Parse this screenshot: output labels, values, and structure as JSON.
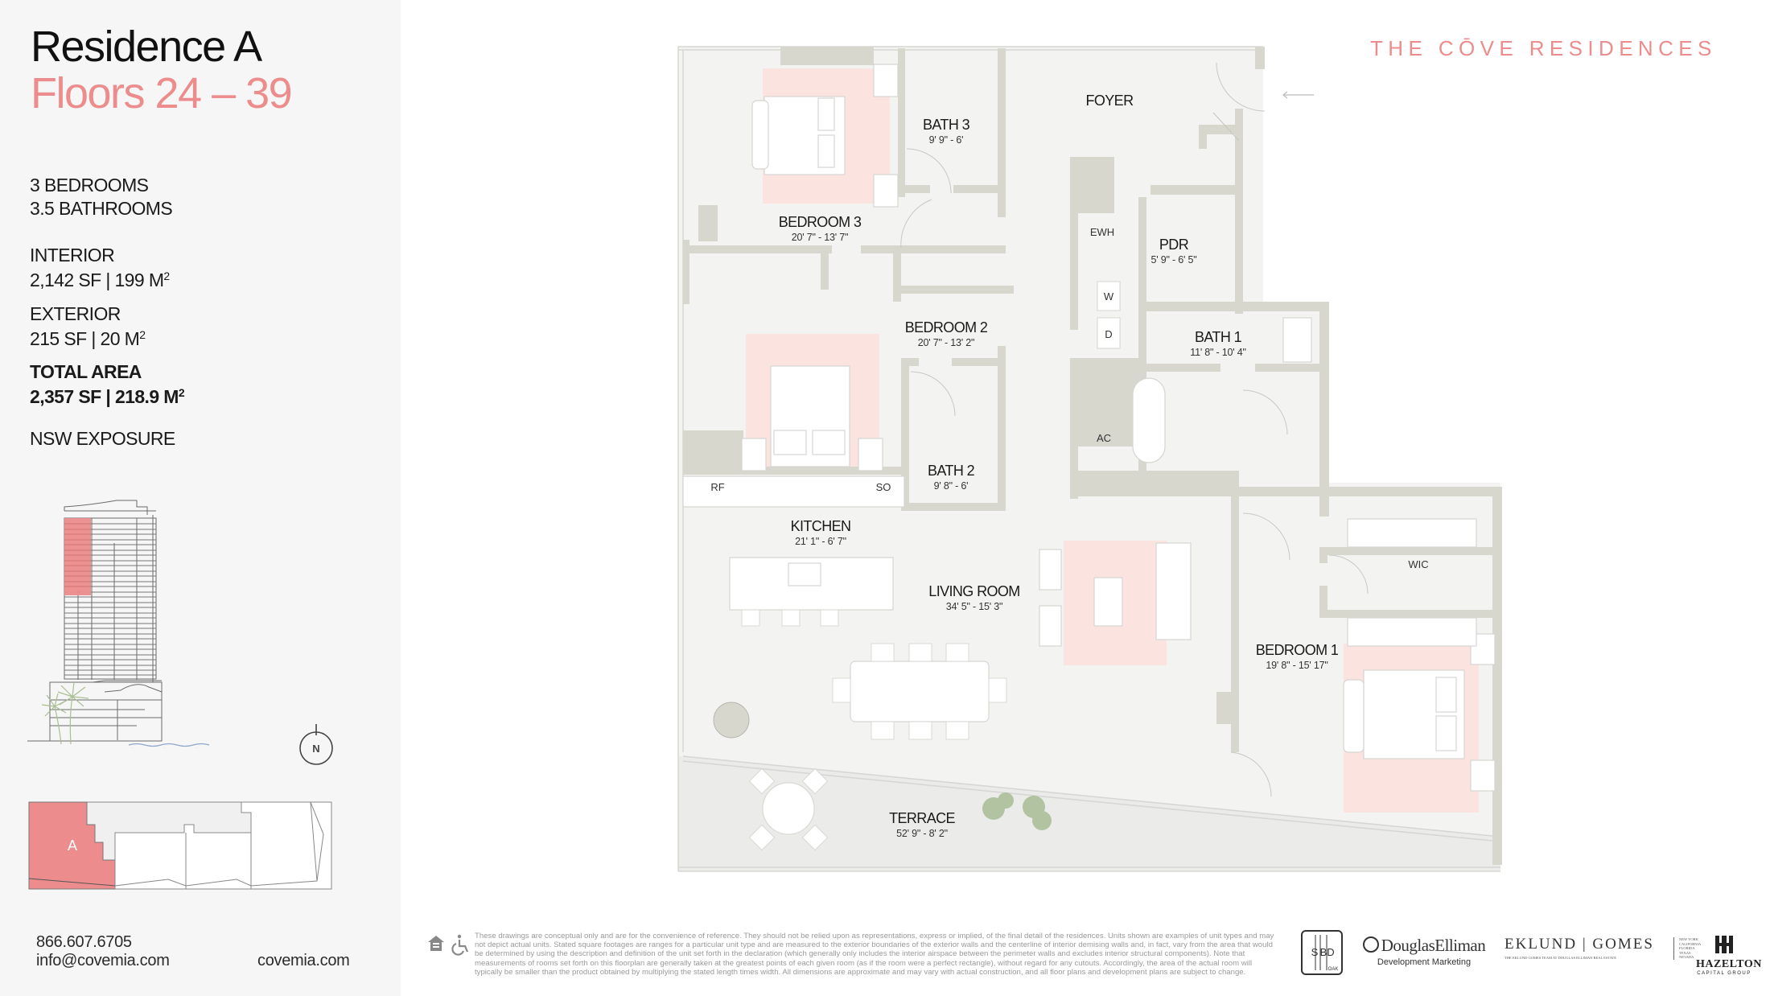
{
  "residence": {
    "title": "Residence A",
    "floors": "Floors 24 – 39"
  },
  "specs": {
    "bedrooms": "3 BEDROOMS",
    "bathrooms": "3.5 BATHROOMS",
    "interior_label": "INTERIOR",
    "interior_value": "2,142 SF | 199 M",
    "exterior_label": "EXTERIOR",
    "exterior_value": "215 SF | 20 M",
    "total_label": "TOTAL AREA",
    "total_value": "2,357 SF | 218.9 M",
    "squared": "2",
    "exposure": "NSW EXPOSURE"
  },
  "key_plan": {
    "unit_label": "A",
    "highlight_color": "#ec8c8c"
  },
  "compass": {
    "label": "N"
  },
  "contact": {
    "phone": "866.607.6705",
    "email": "info@covemia.com",
    "website": "covemia.com"
  },
  "brand": {
    "name": "THE CŌVE RESIDENCES",
    "accent_color": "#ec8c8c"
  },
  "floor_plan": {
    "rooms": [
      {
        "name": "FOYER",
        "dim": ""
      },
      {
        "name": "BATH 3",
        "dim": "9' 9\" - 6'"
      },
      {
        "name": "BEDROOM 3",
        "dim": "20' 7\" - 13' 7\""
      },
      {
        "name": "EWH",
        "dim": ""
      },
      {
        "name": "PDR",
        "dim": "5' 9\" - 6' 5\""
      },
      {
        "name": "W",
        "dim": ""
      },
      {
        "name": "D",
        "dim": ""
      },
      {
        "name": "BEDROOM 2",
        "dim": "20' 7\" - 13' 2\""
      },
      {
        "name": "BATH 1",
        "dim": "11' 8\" - 10' 4\""
      },
      {
        "name": "AC",
        "dim": ""
      },
      {
        "name": "BATH 2",
        "dim": "9' 8\" - 6'"
      },
      {
        "name": "RF",
        "dim": ""
      },
      {
        "name": "SO",
        "dim": ""
      },
      {
        "name": "KITCHEN",
        "dim": "21' 1\" - 6' 7\""
      },
      {
        "name": "WIC",
        "dim": ""
      },
      {
        "name": "LIVING ROOM",
        "dim": "34' 5\" - 15' 3\""
      },
      {
        "name": "BEDROOM 1",
        "dim": "19' 8\" - 15' 17\""
      },
      {
        "name": "TERRACE",
        "dim": "52' 9\" - 8' 2\""
      }
    ]
  },
  "footer": {
    "disclaimer": "These drawings are conceptual only and are for the convenience of reference. They should not be relied upon as representations, express or implied, of the final detail of the residences. Units shown are examples of unit types and may not depict actual units. Stated square footages are ranges for a particular unit type and are measured to the exterior boundaries of the exterior walls and the centerline of interior demising walls and, in fact, vary from the area that would be determined by using the description and definition of the unit set forth in the declaration (which generally only includes the interior airspace between the perimeter walls and excludes interior structural components). Note that measurements of rooms set forth on this floorplan are generally taken at the greatest points of each given room (as if the room were a perfect rectangle), without regard for any cutouts. Accordingly, the area of the actual room will typically be smaller than the product obtained by multiplying the stated length times width. All dimensions are approximate and may vary with actual construction, and all floor plans and development plans are subject to change.",
    "logos": {
      "sbd": {
        "main": "SBD",
        "sub": "OAK"
      },
      "douglas_elliman": {
        "main": "DouglasElliman",
        "sub": "Development Marketing"
      },
      "eklund_gomes": {
        "main": "EKLUND | GOMES",
        "sub": "THE EKLUND GOMES TEAM AT DOUGLAS ELLIMAN REAL ESTATE",
        "states": [
          "NEW YORK",
          "CALIFORNIA",
          "FLORIDA",
          "TEXAS",
          "NEVADA"
        ]
      },
      "hazelton": {
        "main": "HAZELTON",
        "sub": "CAPITAL GROUP"
      }
    }
  }
}
